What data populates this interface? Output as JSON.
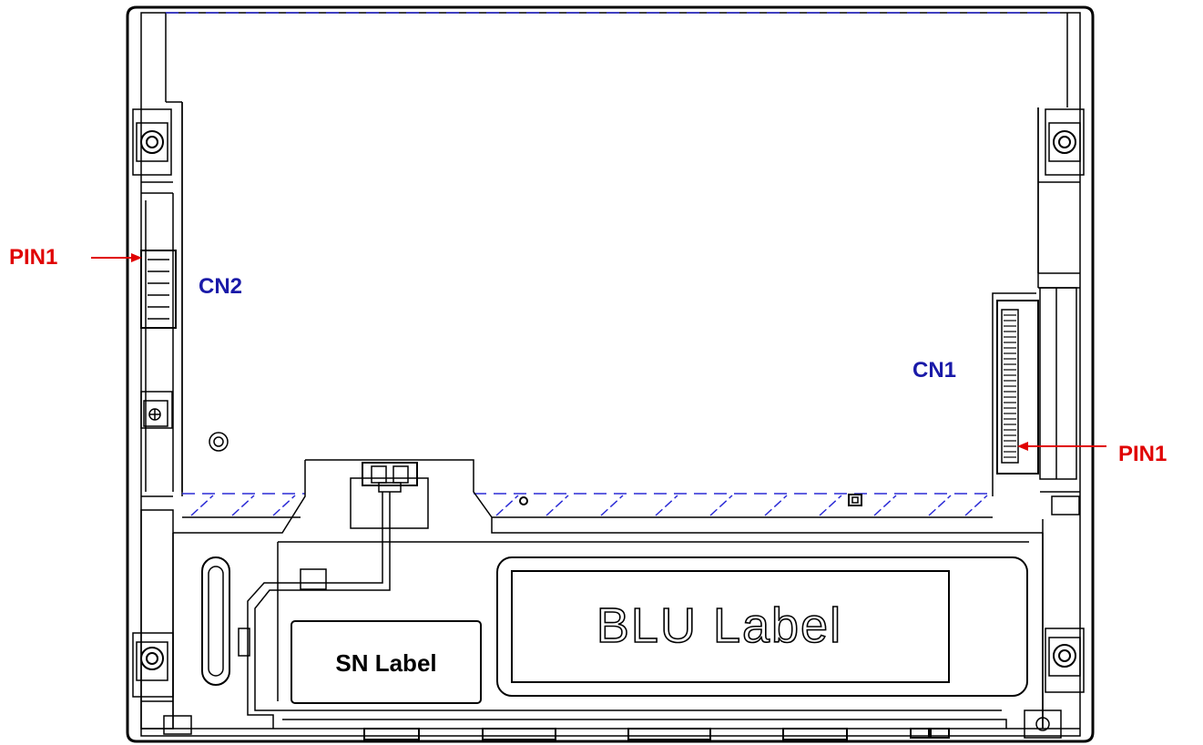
{
  "callouts": {
    "cn2": "CN2",
    "cn1": "CN1",
    "pin1_left": "PIN1",
    "pin1_right": "PIN1"
  },
  "labels": {
    "sn": "SN Label",
    "blu": "BLU Label"
  },
  "colors": {
    "outline": "#000000",
    "connector_text": "#1a1aa8",
    "pin_text": "#e00000",
    "dashed_edge": "#2b2bd6",
    "background": "#ffffff"
  }
}
